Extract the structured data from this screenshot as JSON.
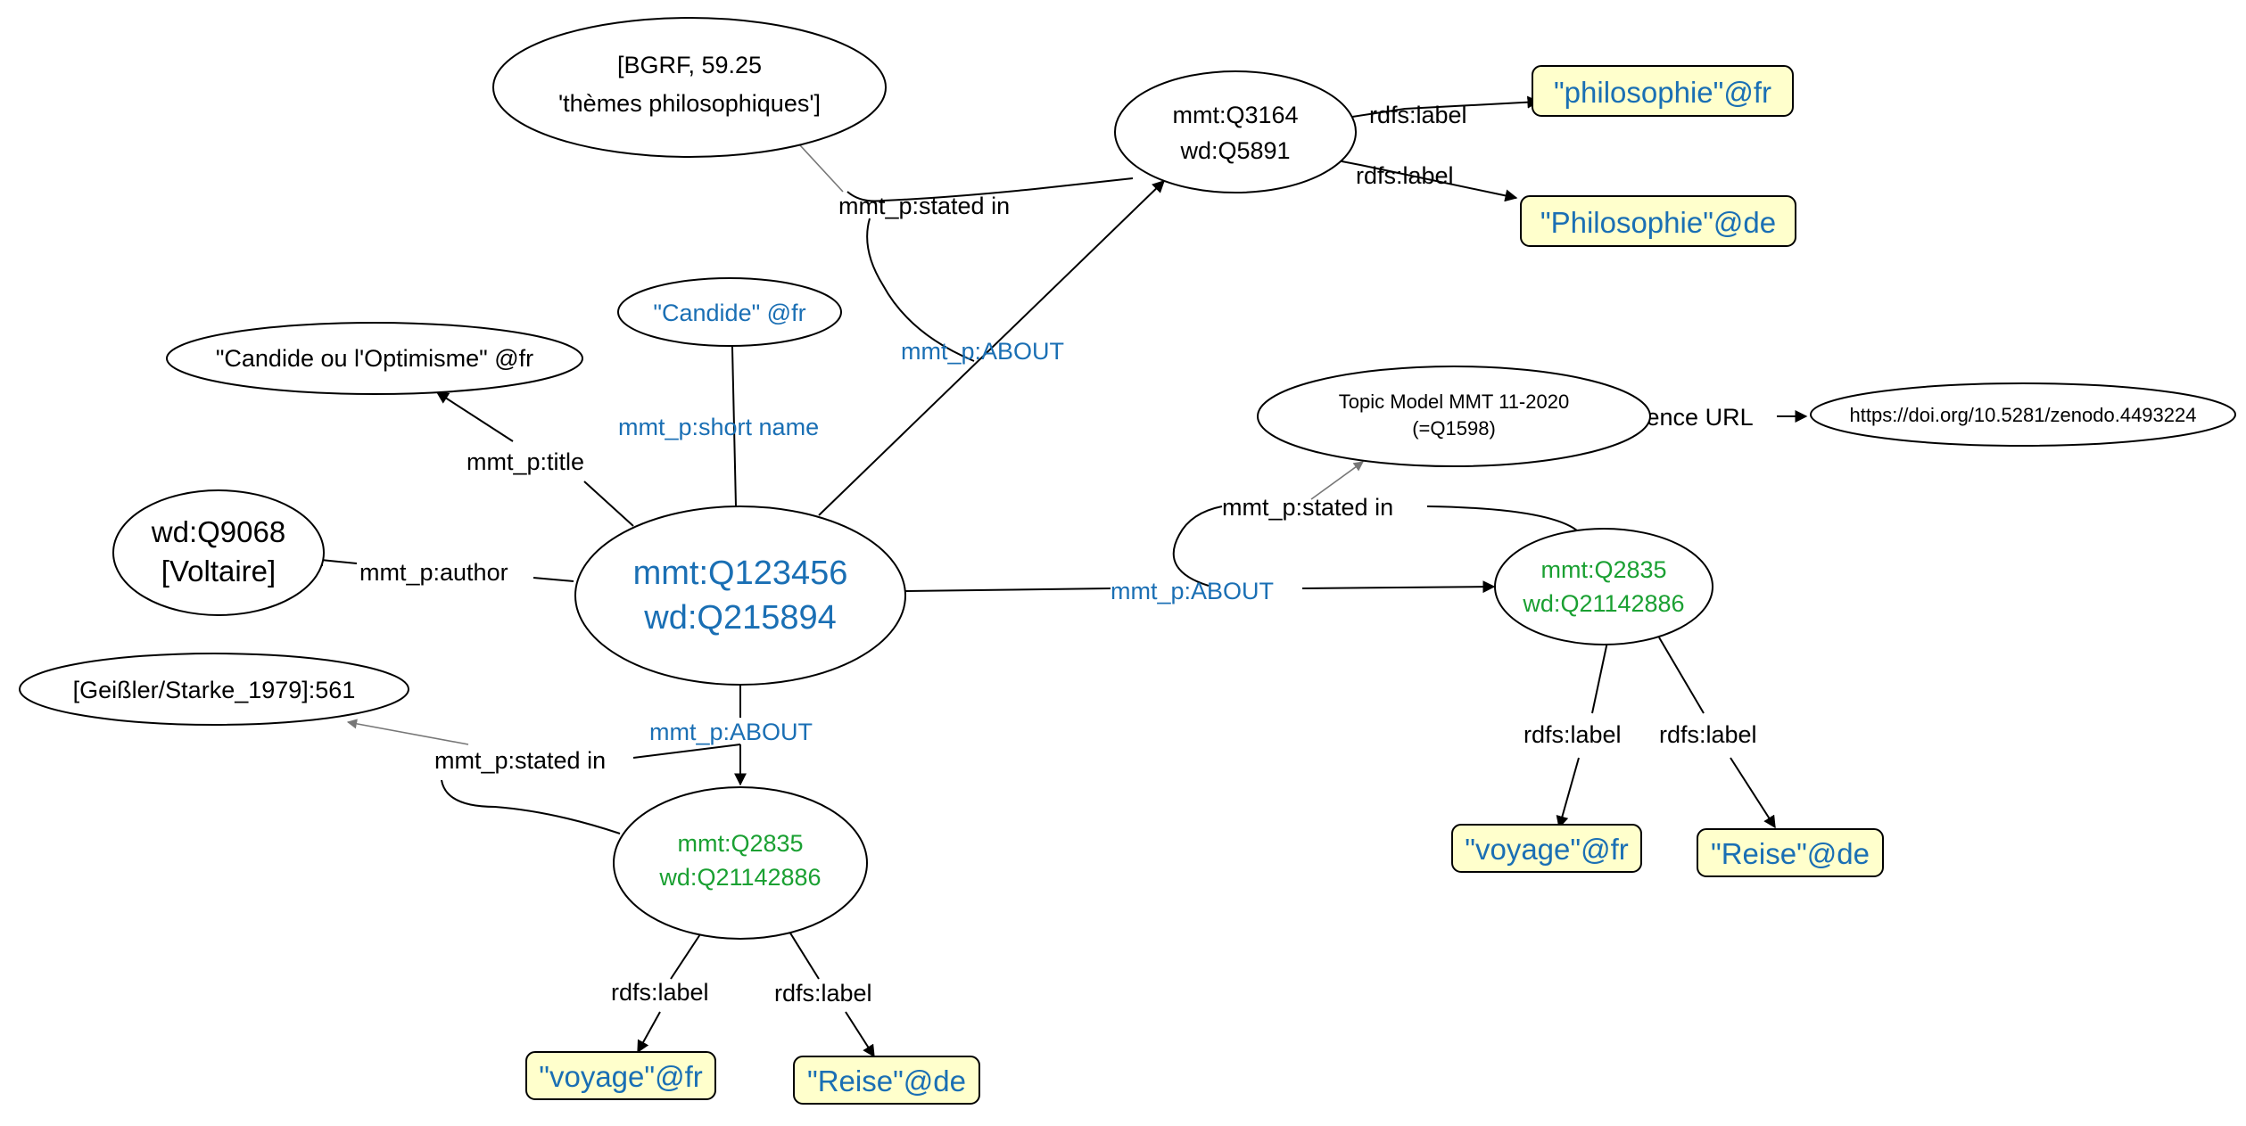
{
  "nodes": {
    "bgrf": {
      "line1": "[BGRF, 59.25",
      "line2": "'thèmes philosophiques']"
    },
    "q3164": {
      "line1": "mmt:Q3164",
      "line2": "wd:Q5891"
    },
    "philo_fr": {
      "label": "\"philosophie\"@fr"
    },
    "philo_de": {
      "label": "\"Philosophie\"@de"
    },
    "candide_short": {
      "label": "\"Candide\" @fr"
    },
    "candide_title": {
      "label": "\"Candide ou l'Optimisme\" @fr"
    },
    "topic_model": {
      "line1": "Topic Model MMT 11-2020",
      "line2": "(=Q1598)"
    },
    "doi": {
      "label": "https://doi.org/10.5281/zenodo.4493224"
    },
    "voltaire": {
      "line1": "wd:Q9068",
      "line2": "[Voltaire]"
    },
    "main": {
      "line1": "mmt:Q123456",
      "line2": "wd:Q215894"
    },
    "q2835_right": {
      "line1": "mmt:Q2835",
      "line2": "wd:Q21142886"
    },
    "geissler": {
      "label": "[Geißler/Starke_1979]:561"
    },
    "q2835_bottom": {
      "line1": "mmt:Q2835",
      "line2": "wd:Q21142886"
    },
    "voyage_fr_right": {
      "label": "\"voyage\"@fr"
    },
    "reise_de_right": {
      "label": "\"Reise\"@de"
    },
    "voyage_fr_bottom": {
      "label": "\"voyage\"@fr"
    },
    "reise_de_bottom": {
      "label": "\"Reise\"@de"
    }
  },
  "edges": {
    "rdfs_label_philo_fr": "rdfs:label",
    "rdfs_label_philo_de": "rdfs:label",
    "stated_in_top": "mmt_p:stated in",
    "about_top": "mmt_p:ABOUT",
    "short_name": "mmt_p:short name",
    "title": "mmt_p:title",
    "author": "mmt_p:author",
    "reference_url": "reference URL",
    "stated_in_right": "mmt_p:stated in",
    "about_right": "mmt_p:ABOUT",
    "rdfs_label_right_fr": "rdfs:label",
    "rdfs_label_right_de": "rdfs:label",
    "about_bottom": "mmt_p:ABOUT",
    "stated_in_bottom": "mmt_p:stated in",
    "rdfs_label_bottom_fr": "rdfs:label",
    "rdfs_label_bottom_de": "rdfs:label"
  },
  "colors": {
    "blue": "#1a6fb4",
    "green": "#1aa032",
    "literal_fill": "#ffffcc"
  }
}
